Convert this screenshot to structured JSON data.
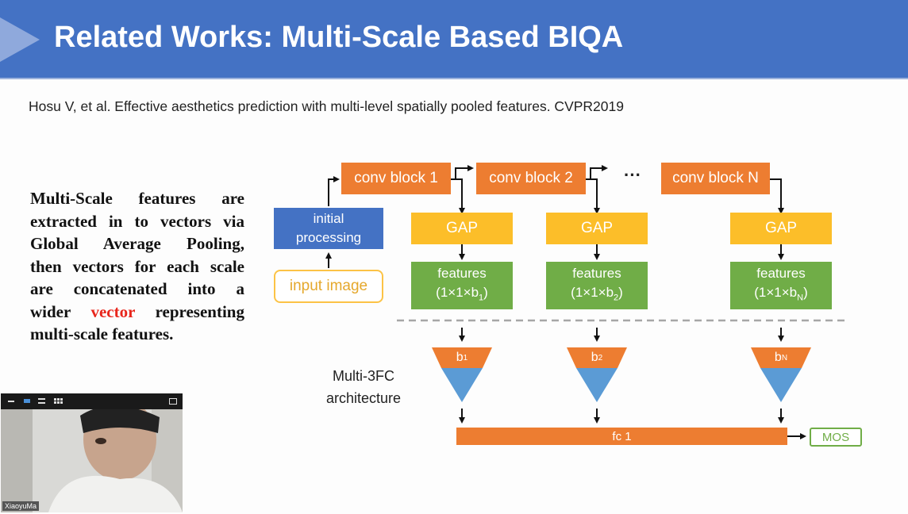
{
  "slide": {
    "title": "Related Works: Multi-Scale Based BIQA",
    "citation": "Hosu V, et al. Effective aesthetics prediction with multi-level spatially pooled features. CVPR2019",
    "description_lines": [
      "Multi-Scale features are",
      "extracted in to vectors via",
      "Global Average Pooling,",
      "then vectors for each scale",
      "are concatenated into a"
    ],
    "description_line6_before": "wider ",
    "description_highlight": "vector",
    "description_line6_after": " representing",
    "description_line7": "multi-scale features.",
    "highlight_color": "#e8261c"
  },
  "diagram": {
    "input_image": "input image",
    "initial_processing_line1": "initial",
    "initial_processing_line2": "processing",
    "conv_blocks": [
      "conv block 1",
      "conv block 2",
      "conv block N"
    ],
    "ellipsis": "···",
    "gap_label": "GAP",
    "features_label": "features",
    "feature_dims": [
      {
        "prefix": "(1×1×b",
        "sub": "1",
        "suffix": ")"
      },
      {
        "prefix": "(1×1×b",
        "sub": "2",
        "suffix": ")"
      },
      {
        "prefix": "(1×1×b",
        "sub": "N",
        "suffix": ")"
      }
    ],
    "fc_labels": [
      {
        "prefix": "b",
        "sub": "1"
      },
      {
        "prefix": "b",
        "sub": "2"
      },
      {
        "prefix": "b",
        "sub": "N"
      }
    ],
    "multi3fc_line1": "Multi-3FC",
    "multi3fc_line2": "architecture",
    "fc1_label": "fc 1",
    "mos_label": "MOS",
    "colors": {
      "orange": "#ed7d31",
      "yellow": "#fcbe29",
      "green": "#70ad47",
      "blue": "#4472c4",
      "title_bar": "#4472c4"
    }
  },
  "video_overlay": {
    "participant_name": "XiaoyuMa",
    "controls": [
      "minimize-icon",
      "speaker-view-icon",
      "strip-view-icon",
      "gallery-view-icon",
      "popout-icon"
    ]
  }
}
